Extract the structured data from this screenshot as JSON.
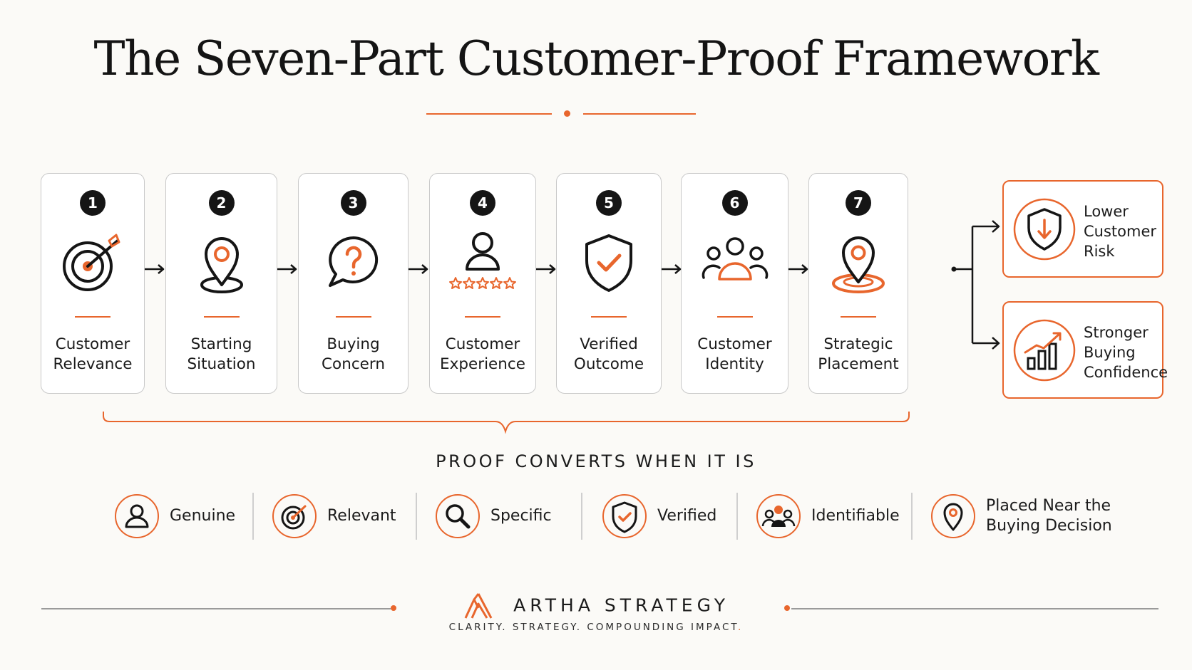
{
  "title": "The Seven-Part Customer-Proof Framework",
  "colors": {
    "accent": "#e8662d",
    "dark": "#151515",
    "border": "#c9c9c9",
    "background": "#fbfaf7"
  },
  "steps": [
    {
      "number": "1",
      "label_line1": "Customer",
      "label_line2": "Relevance",
      "icon": "target-arrow-icon"
    },
    {
      "number": "2",
      "label_line1": "Starting",
      "label_line2": "Situation",
      "icon": "location-pin-icon"
    },
    {
      "number": "3",
      "label_line1": "Buying",
      "label_line2": "Concern",
      "icon": "question-bubble-icon"
    },
    {
      "number": "4",
      "label_line1": "Customer",
      "label_line2": "Experience",
      "icon": "user-rating-icon"
    },
    {
      "number": "5",
      "label_line1": "Verified",
      "label_line2": "Outcome",
      "icon": "shield-check-icon"
    },
    {
      "number": "6",
      "label_line1": "Customer",
      "label_line2": "Identity",
      "icon": "group-icon"
    },
    {
      "number": "7",
      "label_line1": "Strategic",
      "label_line2": "Placement",
      "icon": "pin-placement-icon"
    }
  ],
  "results": [
    {
      "line1": "Lower",
      "line2": "Customer",
      "line3": "Risk",
      "icon": "shield-down-icon"
    },
    {
      "line1": "Stronger",
      "line2": "Buying",
      "line3": "Confidence",
      "icon": "growth-chart-icon"
    }
  ],
  "proof_heading": "PROOF CONVERTS WHEN IT IS",
  "attributes": [
    {
      "label": "Genuine",
      "icon": "person-icon"
    },
    {
      "label": "Relevant",
      "icon": "target-icon"
    },
    {
      "label": "Specific",
      "icon": "magnifier-icon"
    },
    {
      "label": "Verified",
      "icon": "shield-check-icon"
    },
    {
      "label": "Identifiable",
      "icon": "people-icon"
    },
    {
      "label_line1": "Placed Near the",
      "label_line2": "Buying Decision",
      "icon": "map-pin-icon"
    }
  ],
  "brand": {
    "name": "ARTHA STRATEGY",
    "tagline": "CLARITY. STRATEGY. COMPOUNDING IMPACT",
    "tagline_end": "."
  }
}
